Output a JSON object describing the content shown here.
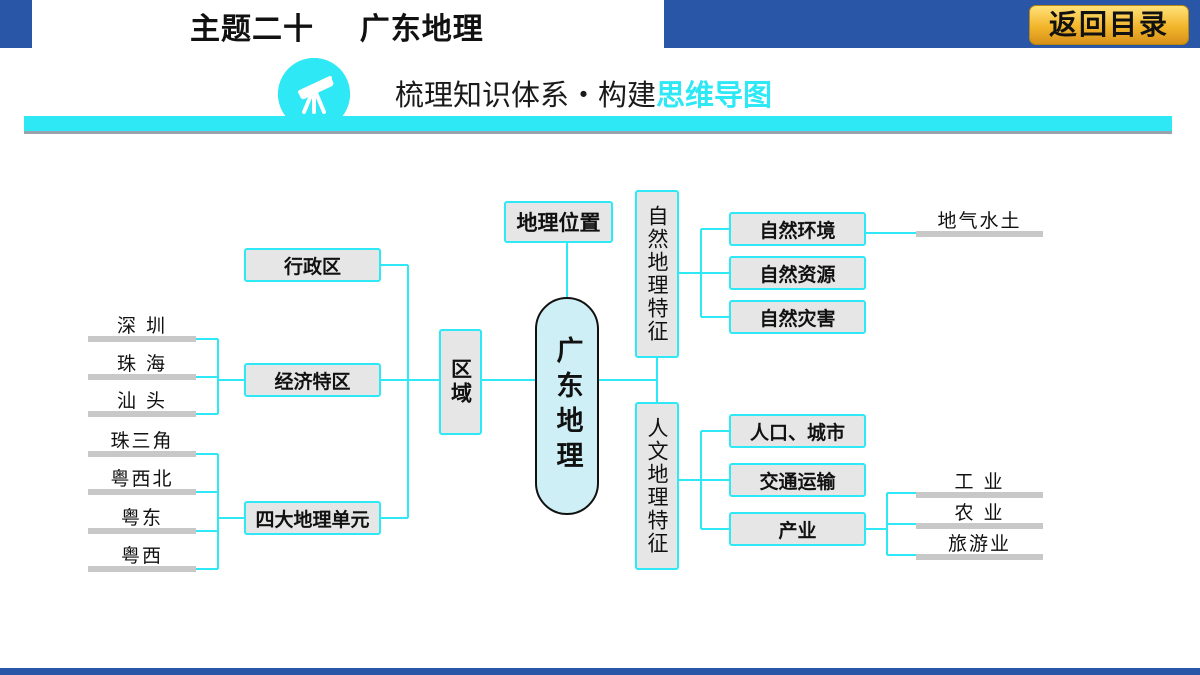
{
  "header": {
    "title": "主题二十    广东地理",
    "back_button": "返回目录"
  },
  "section": {
    "title_part1": "梳理知识体系・构建",
    "title_part2": "思维导图",
    "emblem_icon": "telescope-icon"
  },
  "mindmap": {
    "center": "广东地理",
    "location": "地理位置",
    "region": "区域",
    "region_children": {
      "admin": "行政区",
      "sez": "经济特区",
      "units": "四大地理单元"
    },
    "sez_cities": [
      "深 圳",
      "珠 海",
      "汕 头"
    ],
    "units_list": [
      "珠三角",
      "粤西北",
      "粤东",
      "粤西"
    ],
    "natural": "自然地理特征",
    "natural_children": {
      "env": "自然环境",
      "resources": "自然资源",
      "hazards": "自然灾害"
    },
    "env_detail": "地气水土",
    "human": "人文地理特征",
    "human_children": {
      "pop": "人口、城市",
      "transport": "交通运输",
      "industry": "产业"
    },
    "industry_list": [
      "工 业",
      "农 业",
      "旅游业"
    ]
  },
  "colors": {
    "topbar": "#2a56a8",
    "accent_cyan": "#2ee8f5",
    "node_fill": "#e6e6e6",
    "button_gold": "#f2b52a"
  }
}
